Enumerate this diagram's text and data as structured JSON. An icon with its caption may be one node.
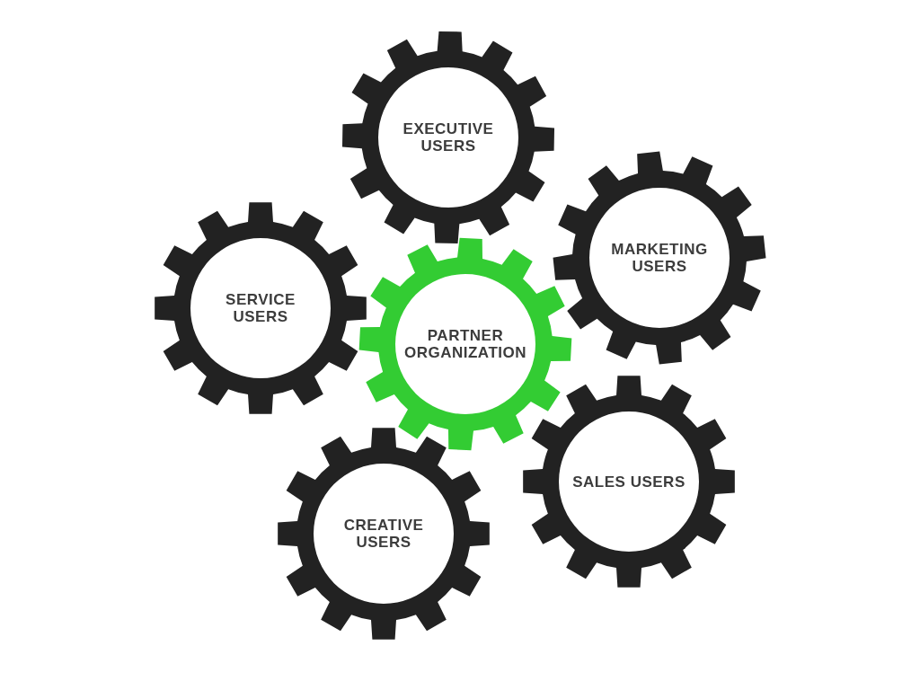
{
  "diagram": {
    "nodes": [
      {
        "text": [
          "EXECUTIVE USERS"
        ]
      },
      {
        "text": [
          "MARKETING USERS"
        ]
      },
      {
        "text": [
          "SERVICE USERS"
        ]
      },
      {
        "text": [
          "PARTNER ORGANIZATION"
        ]
      },
      {
        "text": [
          "SALES USERS"
        ]
      },
      {
        "text": [
          "CREATIVE USERS"
        ]
      }
    ]
  }
}
